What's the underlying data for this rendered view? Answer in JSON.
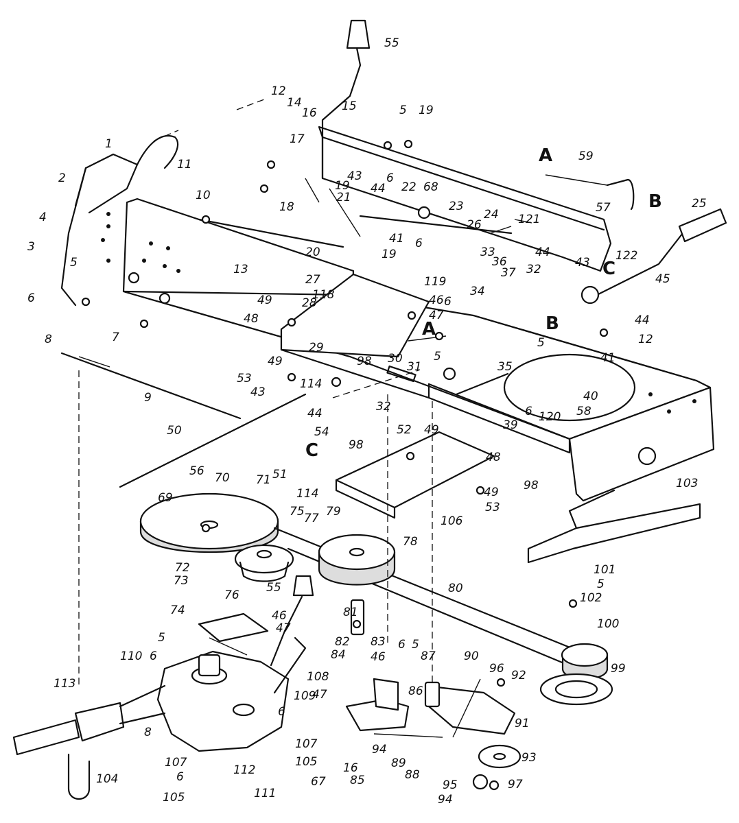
{
  "callouts": [
    {
      "text": "55"
    },
    {
      "text": "15"
    },
    {
      "text": "16"
    },
    {
      "text": "14"
    },
    {
      "text": "12"
    },
    {
      "text": "17"
    },
    {
      "text": "11"
    },
    {
      "text": "19"
    },
    {
      "text": "21"
    },
    {
      "text": "18"
    },
    {
      "text": "20"
    },
    {
      "text": "10"
    },
    {
      "text": "13"
    },
    {
      "text": "1"
    },
    {
      "text": "2"
    },
    {
      "text": "4"
    },
    {
      "text": "3"
    },
    {
      "text": "5"
    },
    {
      "text": "6"
    },
    {
      "text": "7"
    },
    {
      "text": "8"
    },
    {
      "text": "9"
    },
    {
      "text": "5"
    },
    {
      "text": "19"
    },
    {
      "text": "6"
    },
    {
      "text": "22"
    },
    {
      "text": "68"
    },
    {
      "text": "23"
    },
    {
      "text": "24"
    },
    {
      "text": "26"
    },
    {
      "text": "43"
    },
    {
      "text": "44"
    },
    {
      "text": "41"
    },
    {
      "text": "59"
    },
    {
      "text": "57"
    },
    {
      "text": "25"
    },
    {
      "text": "121"
    },
    {
      "text": "45"
    },
    {
      "text": "122"
    },
    {
      "text": "44"
    },
    {
      "text": "43"
    },
    {
      "text": "32"
    },
    {
      "text": "37"
    },
    {
      "text": "36"
    },
    {
      "text": "33"
    },
    {
      "text": "19"
    },
    {
      "text": "6"
    },
    {
      "text": "119"
    },
    {
      "text": "27"
    },
    {
      "text": "118"
    },
    {
      "text": "28"
    },
    {
      "text": "49"
    },
    {
      "text": "48"
    },
    {
      "text": "29"
    },
    {
      "text": "46"
    },
    {
      "text": "47"
    },
    {
      "text": "34"
    },
    {
      "text": "6"
    },
    {
      "text": "44"
    },
    {
      "text": "12"
    },
    {
      "text": "41"
    },
    {
      "text": "5"
    },
    {
      "text": "5"
    },
    {
      "text": "31"
    },
    {
      "text": "30"
    },
    {
      "text": "98"
    },
    {
      "text": "35"
    },
    {
      "text": "6"
    },
    {
      "text": "40"
    },
    {
      "text": "58"
    },
    {
      "text": "120"
    },
    {
      "text": "39"
    },
    {
      "text": "49"
    },
    {
      "text": "53"
    },
    {
      "text": "114"
    },
    {
      "text": "43"
    },
    {
      "text": "44"
    },
    {
      "text": "54"
    },
    {
      "text": "50"
    },
    {
      "text": "51"
    },
    {
      "text": "98"
    },
    {
      "text": "32"
    },
    {
      "text": "52"
    },
    {
      "text": "49"
    },
    {
      "text": "48"
    },
    {
      "text": "70"
    },
    {
      "text": "56"
    },
    {
      "text": "69"
    },
    {
      "text": "71"
    },
    {
      "text": "114"
    },
    {
      "text": "75"
    },
    {
      "text": "77"
    },
    {
      "text": "79"
    },
    {
      "text": "78"
    },
    {
      "text": "106"
    },
    {
      "text": "49"
    },
    {
      "text": "53"
    },
    {
      "text": "98"
    },
    {
      "text": "103"
    },
    {
      "text": "72"
    },
    {
      "text": "73"
    },
    {
      "text": "55"
    },
    {
      "text": "76"
    },
    {
      "text": "74"
    },
    {
      "text": "46"
    },
    {
      "text": "47"
    },
    {
      "text": "80"
    },
    {
      "text": "81"
    },
    {
      "text": "82"
    },
    {
      "text": "83"
    },
    {
      "text": "84"
    },
    {
      "text": "46"
    },
    {
      "text": "6"
    },
    {
      "text": "5"
    },
    {
      "text": "87"
    },
    {
      "text": "90"
    },
    {
      "text": "96"
    },
    {
      "text": "92"
    },
    {
      "text": "101"
    },
    {
      "text": "5"
    },
    {
      "text": "102"
    },
    {
      "text": "100"
    },
    {
      "text": "99"
    },
    {
      "text": "5"
    },
    {
      "text": "6"
    },
    {
      "text": "110"
    },
    {
      "text": "113"
    },
    {
      "text": "108"
    },
    {
      "text": "109"
    },
    {
      "text": "47"
    },
    {
      "text": "6"
    },
    {
      "text": "86"
    },
    {
      "text": "91"
    },
    {
      "text": "8"
    },
    {
      "text": "107"
    },
    {
      "text": "107"
    },
    {
      "text": "6"
    },
    {
      "text": "105"
    },
    {
      "text": "112"
    },
    {
      "text": "111"
    },
    {
      "text": "105"
    },
    {
      "text": "104"
    },
    {
      "text": "67"
    },
    {
      "text": "16"
    },
    {
      "text": "94"
    },
    {
      "text": "85"
    },
    {
      "text": "89"
    },
    {
      "text": "88"
    },
    {
      "text": "93"
    },
    {
      "text": "95"
    },
    {
      "text": "97"
    },
    {
      "text": "94"
    }
  ],
  "markers": [
    {
      "text": "A"
    },
    {
      "text": "B"
    },
    {
      "text": "C"
    },
    {
      "text": "A"
    },
    {
      "text": "B"
    },
    {
      "text": "C"
    }
  ]
}
